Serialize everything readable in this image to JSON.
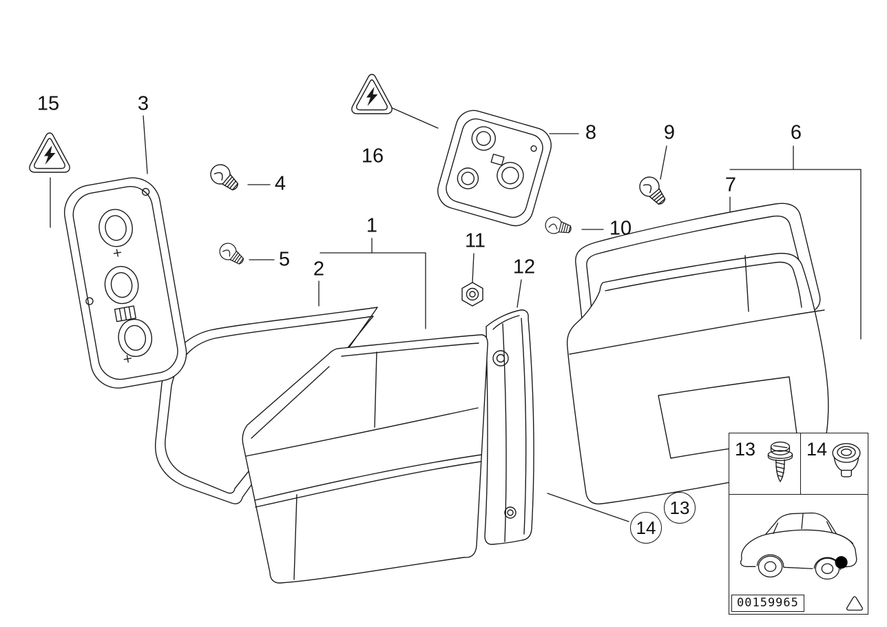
{
  "colors": {
    "background": "#ffffff",
    "line": "#1a1a1a"
  },
  "callouts": {
    "n1": "1",
    "n2": "2",
    "n3": "3",
    "n4": "4",
    "n5": "5",
    "n6": "6",
    "n7": "7",
    "n8": "8",
    "n9": "9",
    "n10": "10",
    "n11": "11",
    "n12": "12",
    "n13_circle": "13",
    "n14_circle": "14",
    "n15": "15",
    "n16": "16"
  },
  "inset": {
    "screw_callout": "13",
    "socket_callout": "14",
    "part_number": "00159965"
  }
}
